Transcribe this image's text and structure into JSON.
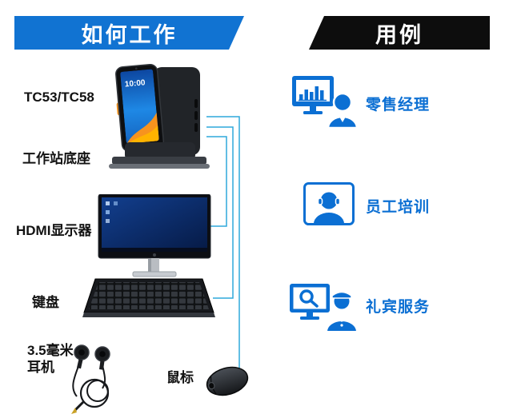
{
  "banners": {
    "how_it_works": "如何工作",
    "use_cases": "用例"
  },
  "component_labels": {
    "device": "TC53/TC58",
    "dock": "工作站底座",
    "monitor": "HDMI显示器",
    "keyboard": "键盘",
    "headset_line1": "3.5毫米",
    "headset_line2": "耳机",
    "mouse": "鼠标"
  },
  "device_screen": {
    "clock": "10:00"
  },
  "use_cases": [
    {
      "label": "零售经理"
    },
    {
      "label": "员工培训"
    },
    {
      "label": "礼宾服务"
    }
  ],
  "colors": {
    "banner_blue": "#1173d2",
    "banner_black": "#0d0d0d",
    "accent_blue": "#0b6fd3",
    "connector_line": "#2fa8dc"
  }
}
